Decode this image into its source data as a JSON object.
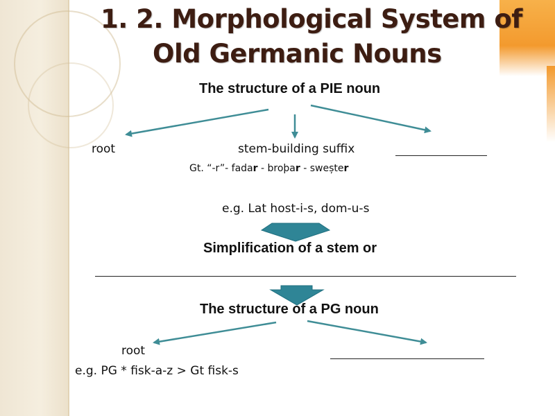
{
  "title": {
    "line1": "1. 2. Morphological System of",
    "line2": "Old Germanic Nouns"
  },
  "pie": {
    "heading": "The structure of a PIE noun",
    "root": "root",
    "suffix": "stem-building suffix",
    "gothic_example": {
      "prefix": "Gt. “-r”- fada",
      "r1": "r",
      "mid": " - broþa",
      "r2": "r",
      "mid2": " - swește",
      "r3": "r"
    },
    "latin_example": "e.g. Lat  host-i-s, dom-u-s"
  },
  "simplification": {
    "heading": "Simplification of a stem or"
  },
  "pg": {
    "heading": "The structure of a PG noun",
    "root": "root",
    "example": "e.g.  PG * fisk-a-z > Gt fisk-s"
  },
  "colors": {
    "title": "#3d1d12",
    "arrow": "#3f8d96",
    "down_arrow": "#2f8596",
    "accent": "#f39a2e"
  }
}
